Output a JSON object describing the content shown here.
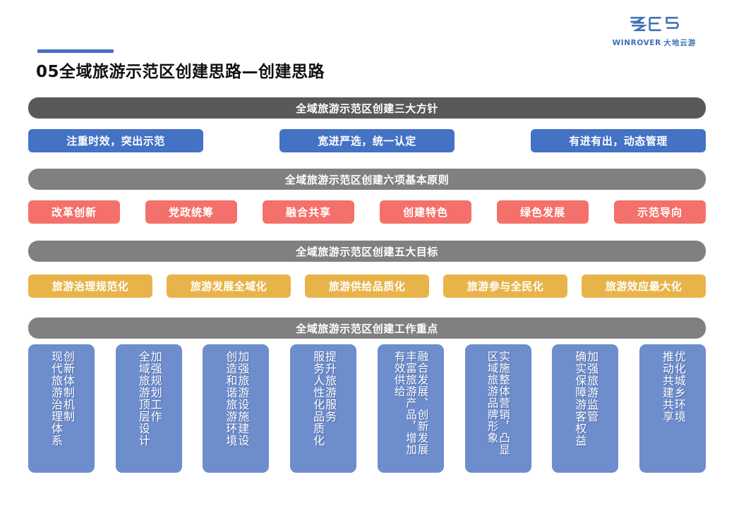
{
  "logo": {
    "mark_name": "winrover-logo-mark",
    "english": "WINROVER",
    "chinese": "大地云游",
    "color": "#3f6fb5"
  },
  "title": {
    "text": "05全域旅游示范区创建思路—创建思路",
    "accent_color": "#4472c4"
  },
  "sections": [
    {
      "bar": "全域旅游示范区创建三大方针",
      "bar_color": "#595959",
      "item_color": "#4472c4",
      "items": [
        "注重时效，突出示范",
        "宽进严选，统一认定",
        "有进有出，动态管理"
      ]
    },
    {
      "bar": "全域旅游示范区创建六项基本原则",
      "bar_color": "#808080",
      "item_color": "#f4706a",
      "items": [
        "改革创新",
        "党政统筹",
        "融合共享",
        "创建特色",
        "绿色发展",
        "示范导向"
      ]
    },
    {
      "bar": "全域旅游示范区创建五大目标",
      "bar_color": "#808080",
      "item_color": "#e8b44a",
      "items": [
        "旅游治理规范化",
        "旅游发展全域化",
        "旅游供给品质化",
        "旅游参与全民化",
        "旅游效应最大化"
      ]
    }
  ],
  "focus": {
    "bar": "全域旅游示范区创建工作重点",
    "bar_color": "#808080",
    "card_color": "#6d8dcd",
    "cards": [
      {
        "lines": [
          "创新体制机制",
          "现代旅游治理体系"
        ]
      },
      {
        "lines": [
          "加强规划工作",
          "全域旅游顶层设计"
        ]
      },
      {
        "lines": [
          "加强旅游设施建设",
          "创造和谐旅游环境"
        ]
      },
      {
        "lines": [
          "提升旅游服务",
          "服务人性化品质化"
        ]
      },
      {
        "lines": [
          "融合发展、创新发展",
          "丰富旅游产品，增加",
          "有效供给"
        ]
      },
      {
        "lines": [
          "实施整体营销，凸显",
          "区域旅游品牌形象"
        ]
      },
      {
        "lines": [
          "加强旅游监管",
          "确实保障游客权益"
        ]
      },
      {
        "lines": [
          "优化城乡环境",
          "推动共建共享"
        ]
      }
    ]
  }
}
